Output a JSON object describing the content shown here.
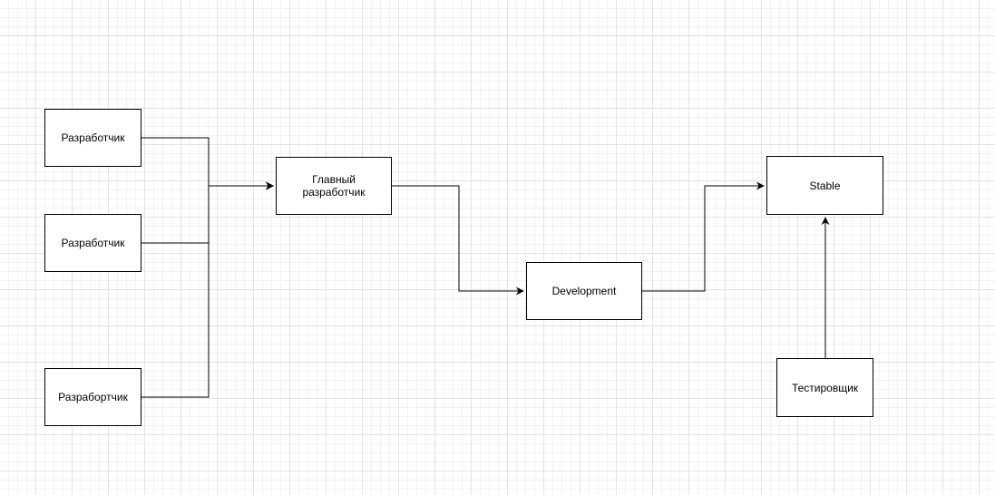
{
  "diagram": {
    "nodes": [
      {
        "id": "developer-1",
        "label": "Разработчик"
      },
      {
        "id": "developer-2",
        "label": "Разработчик"
      },
      {
        "id": "developer-3",
        "label": "Разрабортчик"
      },
      {
        "id": "lead-developer",
        "label": "Главный разработчик"
      },
      {
        "id": "development",
        "label": "Development"
      },
      {
        "id": "stable",
        "label": "Stable"
      },
      {
        "id": "tester",
        "label": "Тестировщик"
      }
    ],
    "edges": [
      {
        "from": "developer-1",
        "to": "lead-developer"
      },
      {
        "from": "developer-2",
        "to": "lead-developer"
      },
      {
        "from": "developer-3",
        "to": "lead-developer"
      },
      {
        "from": "lead-developer",
        "to": "development"
      },
      {
        "from": "development",
        "to": "stable"
      },
      {
        "from": "tester",
        "to": "stable"
      }
    ],
    "colors": {
      "stroke": "#000000",
      "node_fill": "#ffffff",
      "grid": "#e4e4e4"
    }
  }
}
